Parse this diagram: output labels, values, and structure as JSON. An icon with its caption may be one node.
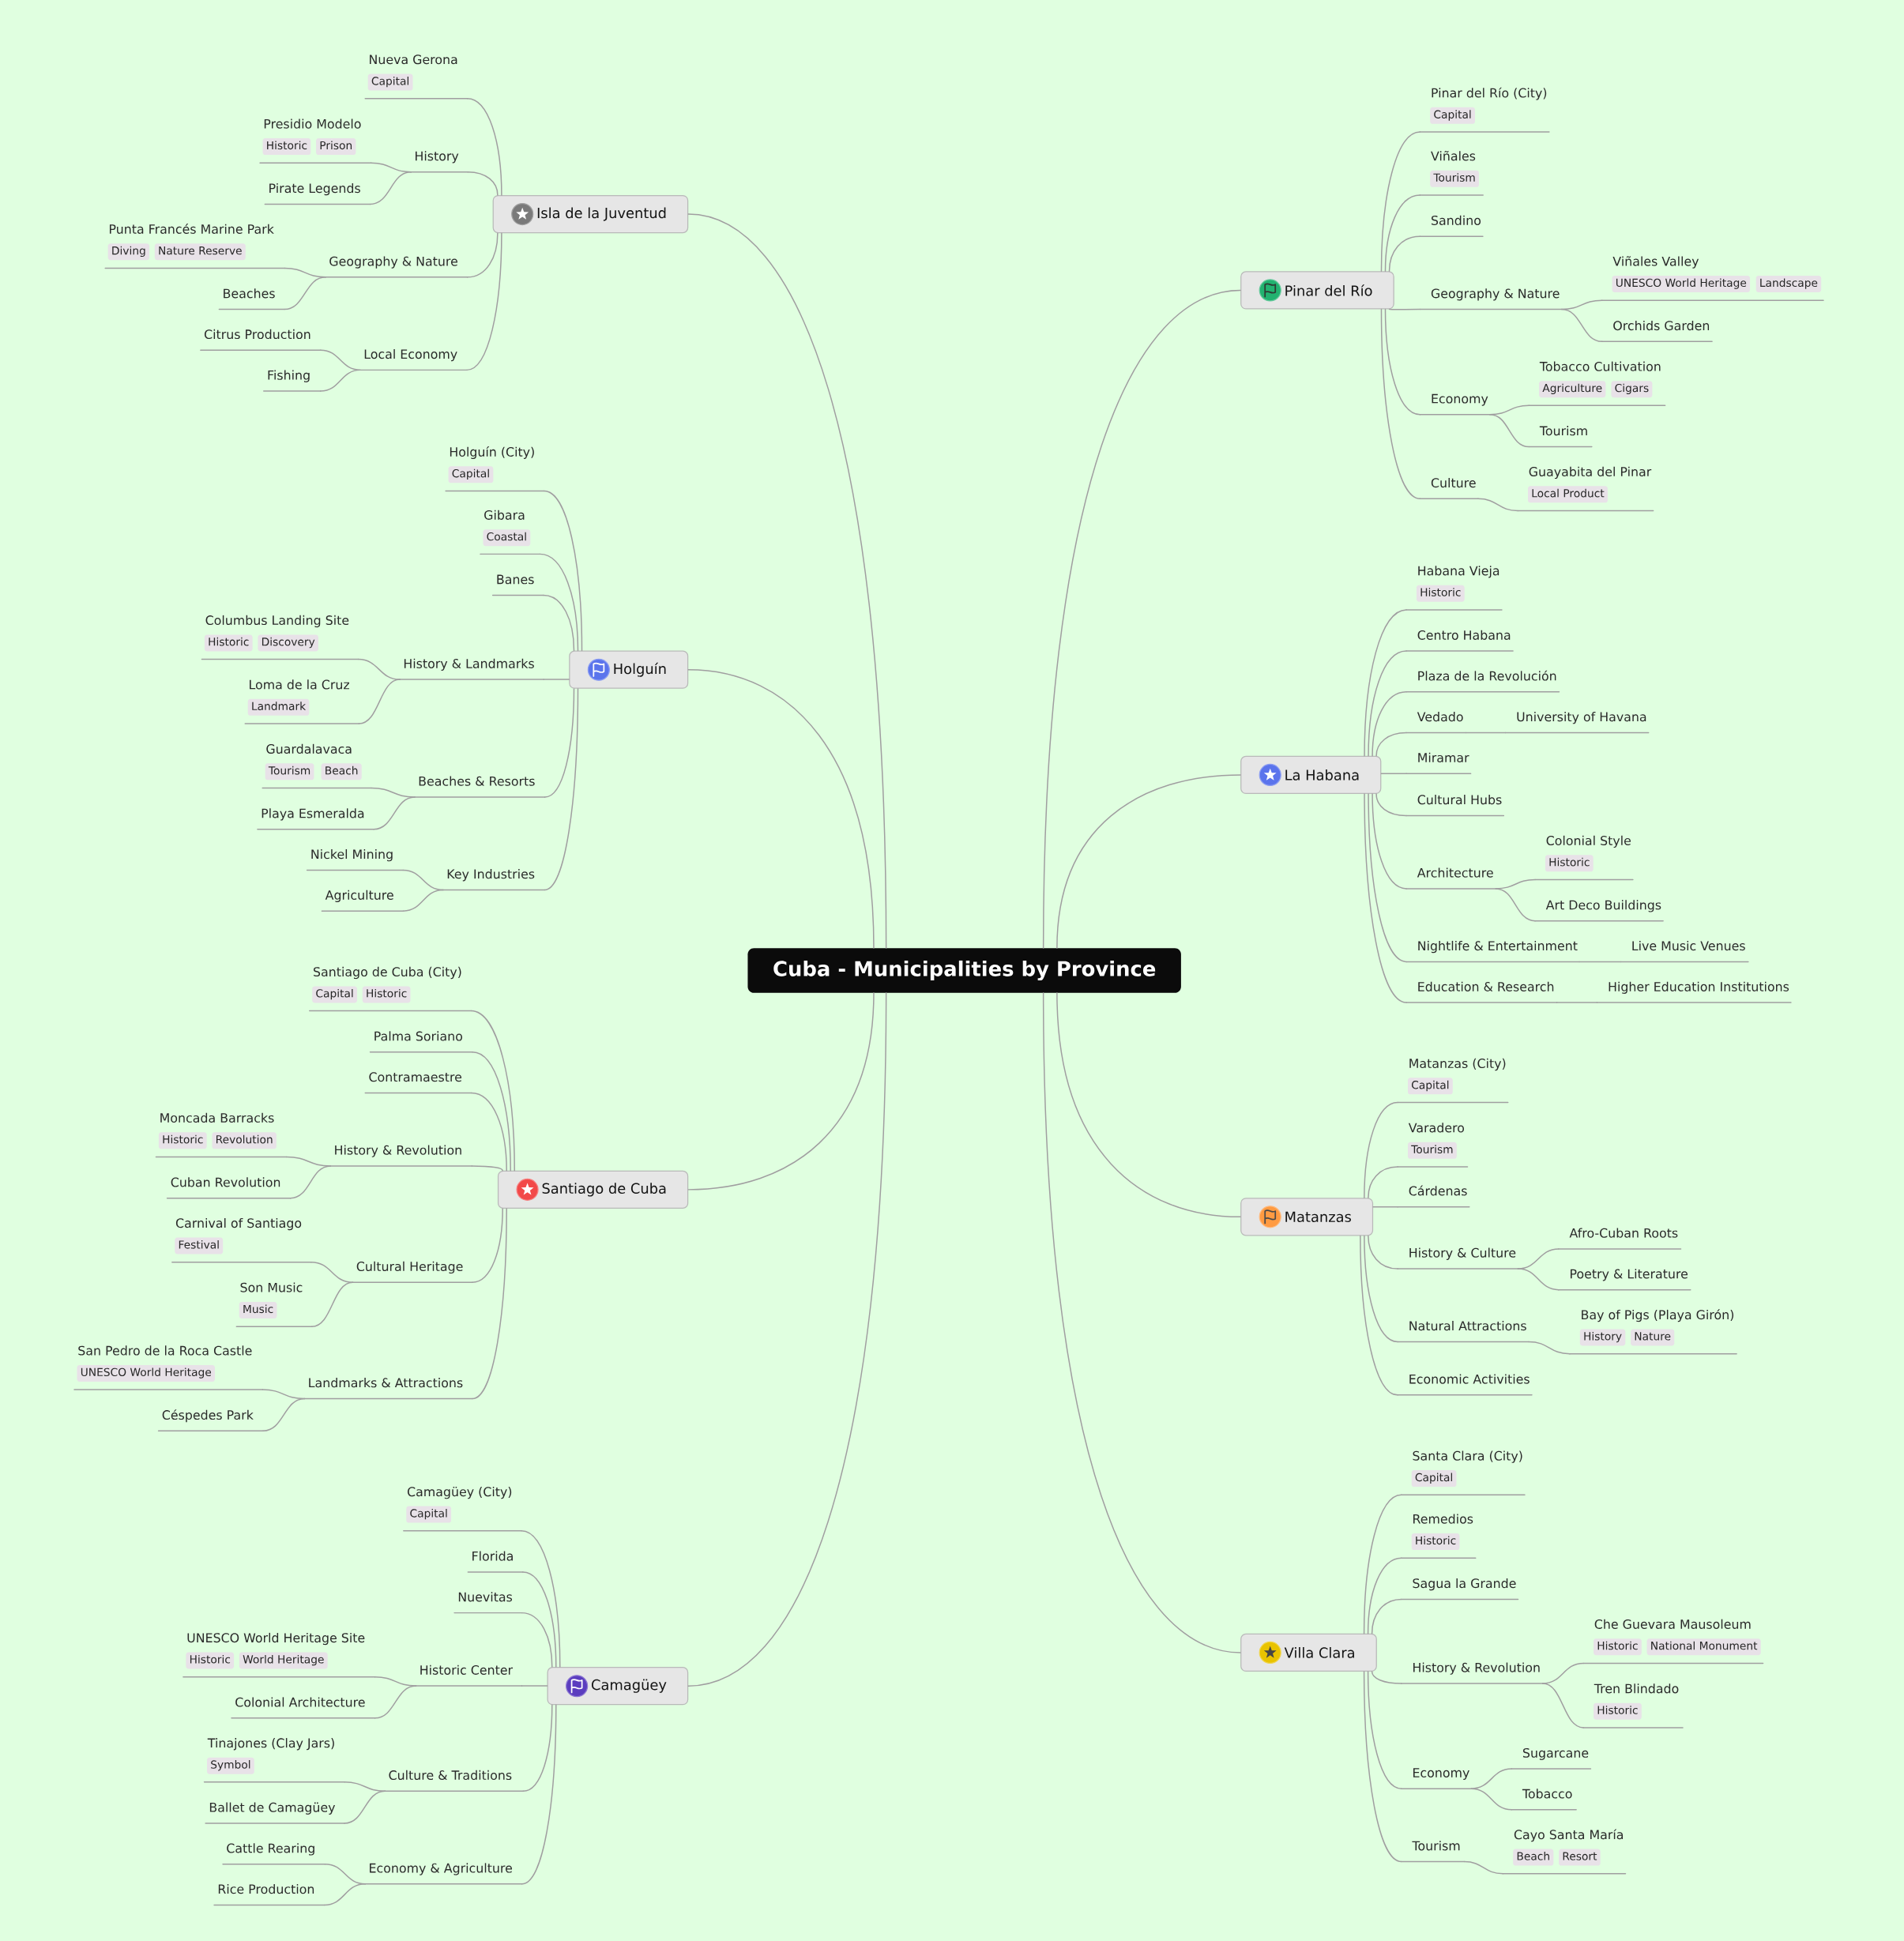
{
  "diagram": {
    "nodes": [
      {
        "text": [
          "Cuba - Municipalities by Province"
        ]
      },
      {
        "text": [
          "Isla de la Juventud"
        ]
      },
      {
        "text": [
          "Nueva Gerona",
          "Capital"
        ]
      },
      {
        "text": [
          "History"
        ]
      },
      {
        "text": [
          "Presidio Modelo",
          "Historic",
          "Prison"
        ]
      },
      {
        "text": [
          "Pirate Legends"
        ]
      },
      {
        "text": [
          "Geography & Nature"
        ]
      },
      {
        "text": [
          "Punta Francés Marine Park",
          "Diving",
          "Nature Reserve"
        ]
      },
      {
        "text": [
          "Beaches"
        ]
      },
      {
        "text": [
          "Local Economy"
        ]
      },
      {
        "text": [
          "Citrus Production"
        ]
      },
      {
        "text": [
          "Fishing"
        ]
      },
      {
        "text": [
          "Holguín"
        ]
      },
      {
        "text": [
          "Holguín (City)",
          "Capital"
        ]
      },
      {
        "text": [
          "Gibara",
          "Coastal"
        ]
      },
      {
        "text": [
          "Banes"
        ]
      },
      {
        "text": [
          "History & Landmarks"
        ]
      },
      {
        "text": [
          "Columbus Landing Site",
          "Historic",
          "Discovery"
        ]
      },
      {
        "text": [
          "Loma de la Cruz",
          "Landmark"
        ]
      },
      {
        "text": [
          "Beaches & Resorts"
        ]
      },
      {
        "text": [
          "Guardalavaca",
          "Tourism",
          "Beach"
        ]
      },
      {
        "text": [
          "Playa Esmeralda"
        ]
      },
      {
        "text": [
          "Key Industries"
        ]
      },
      {
        "text": [
          "Nickel Mining"
        ]
      },
      {
        "text": [
          "Agriculture"
        ]
      },
      {
        "text": [
          "Santiago de Cuba"
        ]
      },
      {
        "text": [
          "Santiago de Cuba (City)",
          "Capital",
          "Historic"
        ]
      },
      {
        "text": [
          "Palma Soriano"
        ]
      },
      {
        "text": [
          "Contramaestre"
        ]
      },
      {
        "text": [
          "History & Revolution"
        ]
      },
      {
        "text": [
          "Moncada Barracks",
          "Historic",
          "Revolution"
        ]
      },
      {
        "text": [
          "Cuban Revolution"
        ]
      },
      {
        "text": [
          "Cultural Heritage"
        ]
      },
      {
        "text": [
          "Carnival of Santiago",
          "Festival"
        ]
      },
      {
        "text": [
          "Son Music",
          "Music"
        ]
      },
      {
        "text": [
          "Landmarks & Attractions"
        ]
      },
      {
        "text": [
          "San Pedro de la Roca Castle",
          "UNESCO World Heritage"
        ]
      },
      {
        "text": [
          "Céspedes Park"
        ]
      },
      {
        "text": [
          "Camagüey"
        ]
      },
      {
        "text": [
          "Camagüey (City)",
          "Capital"
        ]
      },
      {
        "text": [
          "Florida"
        ]
      },
      {
        "text": [
          "Nuevitas"
        ]
      },
      {
        "text": [
          "Historic Center"
        ]
      },
      {
        "text": [
          "UNESCO World Heritage Site",
          "Historic",
          "World Heritage"
        ]
      },
      {
        "text": [
          "Colonial Architecture"
        ]
      },
      {
        "text": [
          "Culture & Traditions"
        ]
      },
      {
        "text": [
          "Tinajones (Clay Jars)",
          "Symbol"
        ]
      },
      {
        "text": [
          "Ballet de Camagüey"
        ]
      },
      {
        "text": [
          "Economy & Agriculture"
        ]
      },
      {
        "text": [
          "Cattle Rearing"
        ]
      },
      {
        "text": [
          "Rice Production"
        ]
      },
      {
        "text": [
          "Pinar del Río"
        ]
      },
      {
        "text": [
          "Pinar del Río (City)",
          "Capital"
        ]
      },
      {
        "text": [
          "Viñales",
          "Tourism"
        ]
      },
      {
        "text": [
          "Sandino"
        ]
      },
      {
        "text": [
          "Geography & Nature"
        ]
      },
      {
        "text": [
          "Viñales Valley",
          "UNESCO World Heritage",
          "Landscape"
        ]
      },
      {
        "text": [
          "Orchids Garden"
        ]
      },
      {
        "text": [
          "Economy"
        ]
      },
      {
        "text": [
          "Tobacco Cultivation",
          "Agriculture",
          "Cigars"
        ]
      },
      {
        "text": [
          "Tourism"
        ]
      },
      {
        "text": [
          "Culture"
        ]
      },
      {
        "text": [
          "Guayabita del Pinar",
          "Local Product"
        ]
      },
      {
        "text": [
          "La Habana"
        ]
      },
      {
        "text": [
          "Habana Vieja",
          "Historic"
        ]
      },
      {
        "text": [
          "Centro Habana"
        ]
      },
      {
        "text": [
          "Plaza de la Revolución"
        ]
      },
      {
        "text": [
          "Vedado"
        ]
      },
      {
        "text": [
          "University of Havana"
        ]
      },
      {
        "text": [
          "Miramar"
        ]
      },
      {
        "text": [
          "Cultural Hubs"
        ]
      },
      {
        "text": [
          "Architecture"
        ]
      },
      {
        "text": [
          "Colonial Style",
          "Historic"
        ]
      },
      {
        "text": [
          "Art Deco Buildings"
        ]
      },
      {
        "text": [
          "Nightlife & Entertainment"
        ]
      },
      {
        "text": [
          "Live Music Venues"
        ]
      },
      {
        "text": [
          "Education & Research"
        ]
      },
      {
        "text": [
          "Higher Education Institutions"
        ]
      },
      {
        "text": [
          "Matanzas"
        ]
      },
      {
        "text": [
          "Matanzas (City)",
          "Capital"
        ]
      },
      {
        "text": [
          "Varadero",
          "Tourism"
        ]
      },
      {
        "text": [
          "Cárdenas"
        ]
      },
      {
        "text": [
          "History & Culture"
        ]
      },
      {
        "text": [
          "Afro-Cuban Roots"
        ]
      },
      {
        "text": [
          "Poetry & Literature"
        ]
      },
      {
        "text": [
          "Natural Attractions"
        ]
      },
      {
        "text": [
          "Bay of Pigs (Playa Girón)",
          "History",
          "Nature"
        ]
      },
      {
        "text": [
          "Economic Activities"
        ]
      },
      {
        "text": [
          "Villa Clara"
        ]
      },
      {
        "text": [
          "Santa Clara (City)",
          "Capital"
        ]
      },
      {
        "text": [
          "Remedios",
          "Historic"
        ]
      },
      {
        "text": [
          "Sagua la Grande"
        ]
      },
      {
        "text": [
          "History & Revolution"
        ]
      },
      {
        "text": [
          "Che Guevara Mausoleum",
          "Historic",
          "National Monument"
        ]
      },
      {
        "text": [
          "Tren Blindado",
          "Historic"
        ]
      },
      {
        "text": [
          "Economy"
        ]
      },
      {
        "text": [
          "Sugarcane"
        ]
      },
      {
        "text": [
          "Tobacco"
        ]
      },
      {
        "text": [
          "Tourism"
        ]
      },
      {
        "text": [
          "Cayo Santa María",
          "Beach",
          "Resort"
        ]
      }
    ],
    "edges": [
      {
        "from": 0,
        "to": 1,
        "arrow": "none"
      },
      {
        "from": 1,
        "to": 2,
        "arrow": "none"
      },
      {
        "from": 1,
        "to": 3,
        "arrow": "none"
      },
      {
        "from": 3,
        "to": 4,
        "arrow": "none"
      },
      {
        "from": 3,
        "to": 5,
        "arrow": "none"
      },
      {
        "from": 1,
        "to": 6,
        "arrow": "none"
      },
      {
        "from": 6,
        "to": 7,
        "arrow": "none"
      },
      {
        "from": 6,
        "to": 8,
        "arrow": "none"
      },
      {
        "from": 1,
        "to": 9,
        "arrow": "none"
      },
      {
        "from": 9,
        "to": 10,
        "arrow": "none"
      },
      {
        "from": 9,
        "to": 11,
        "arrow": "none"
      },
      {
        "from": 0,
        "to": 12,
        "arrow": "none"
      },
      {
        "from": 12,
        "to": 13,
        "arrow": "none"
      },
      {
        "from": 12,
        "to": 14,
        "arrow": "none"
      },
      {
        "from": 12,
        "to": 15,
        "arrow": "none"
      },
      {
        "from": 12,
        "to": 16,
        "arrow": "none"
      },
      {
        "from": 16,
        "to": 17,
        "arrow": "none"
      },
      {
        "from": 16,
        "to": 18,
        "arrow": "none"
      },
      {
        "from": 12,
        "to": 19,
        "arrow": "none"
      },
      {
        "from": 19,
        "to": 20,
        "arrow": "none"
      },
      {
        "from": 19,
        "to": 21,
        "arrow": "none"
      },
      {
        "from": 12,
        "to": 22,
        "arrow": "none"
      },
      {
        "from": 22,
        "to": 23,
        "arrow": "none"
      },
      {
        "from": 22,
        "to": 24,
        "arrow": "none"
      },
      {
        "from": 0,
        "to": 25,
        "arrow": "none"
      },
      {
        "from": 25,
        "to": 26,
        "arrow": "none"
      },
      {
        "from": 25,
        "to": 27,
        "arrow": "none"
      },
      {
        "from": 25,
        "to": 28,
        "arrow": "none"
      },
      {
        "from": 25,
        "to": 29,
        "arrow": "none"
      },
      {
        "from": 29,
        "to": 30,
        "arrow": "none"
      },
      {
        "from": 29,
        "to": 31,
        "arrow": "none"
      },
      {
        "from": 25,
        "to": 32,
        "arrow": "none"
      },
      {
        "from": 32,
        "to": 33,
        "arrow": "none"
      },
      {
        "from": 32,
        "to": 34,
        "arrow": "none"
      },
      {
        "from": 25,
        "to": 35,
        "arrow": "none"
      },
      {
        "from": 35,
        "to": 36,
        "arrow": "none"
      },
      {
        "from": 35,
        "to": 37,
        "arrow": "none"
      },
      {
        "from": 0,
        "to": 38,
        "arrow": "none"
      },
      {
        "from": 38,
        "to": 39,
        "arrow": "none"
      },
      {
        "from": 38,
        "to": 40,
        "arrow": "none"
      },
      {
        "from": 38,
        "to": 41,
        "arrow": "none"
      },
      {
        "from": 38,
        "to": 42,
        "arrow": "none"
      },
      {
        "from": 42,
        "to": 43,
        "arrow": "none"
      },
      {
        "from": 42,
        "to": 44,
        "arrow": "none"
      },
      {
        "from": 38,
        "to": 45,
        "arrow": "none"
      },
      {
        "from": 45,
        "to": 46,
        "arrow": "none"
      },
      {
        "from": 45,
        "to": 47,
        "arrow": "none"
      },
      {
        "from": 38,
        "to": 48,
        "arrow": "none"
      },
      {
        "from": 48,
        "to": 49,
        "arrow": "none"
      },
      {
        "from": 48,
        "to": 50,
        "arrow": "none"
      },
      {
        "from": 0,
        "to": 51,
        "arrow": "none"
      },
      {
        "from": 51,
        "to": 52,
        "arrow": "none"
      },
      {
        "from": 51,
        "to": 53,
        "arrow": "none"
      },
      {
        "from": 51,
        "to": 54,
        "arrow": "none"
      },
      {
        "from": 51,
        "to": 55,
        "arrow": "none"
      },
      {
        "from": 55,
        "to": 56,
        "arrow": "none"
      },
      {
        "from": 55,
        "to": 57,
        "arrow": "none"
      },
      {
        "from": 51,
        "to": 58,
        "arrow": "none"
      },
      {
        "from": 58,
        "to": 59,
        "arrow": "none"
      },
      {
        "from": 58,
        "to": 60,
        "arrow": "none"
      },
      {
        "from": 51,
        "to": 61,
        "arrow": "none"
      },
      {
        "from": 61,
        "to": 62,
        "arrow": "none"
      },
      {
        "from": 0,
        "to": 63,
        "arrow": "none"
      },
      {
        "from": 63,
        "to": 64,
        "arrow": "none"
      },
      {
        "from": 63,
        "to": 65,
        "arrow": "none"
      },
      {
        "from": 63,
        "to": 66,
        "arrow": "none"
      },
      {
        "from": 63,
        "to": 67,
        "arrow": "none"
      },
      {
        "from": 67,
        "to": 68,
        "arrow": "none"
      },
      {
        "from": 63,
        "to": 69,
        "arrow": "none"
      },
      {
        "from": 63,
        "to": 70,
        "arrow": "none"
      },
      {
        "from": 63,
        "to": 71,
        "arrow": "none"
      },
      {
        "from": 71,
        "to": 72,
        "arrow": "none"
      },
      {
        "from": 71,
        "to": 73,
        "arrow": "none"
      },
      {
        "from": 63,
        "to": 74,
        "arrow": "none"
      },
      {
        "from": 74,
        "to": 75,
        "arrow": "none"
      },
      {
        "from": 63,
        "to": 76,
        "arrow": "none"
      },
      {
        "from": 76,
        "to": 77,
        "arrow": "none"
      },
      {
        "from": 0,
        "to": 78,
        "arrow": "none"
      },
      {
        "from": 78,
        "to": 79,
        "arrow": "none"
      },
      {
        "from": 78,
        "to": 80,
        "arrow": "none"
      },
      {
        "from": 78,
        "to": 81,
        "arrow": "none"
      },
      {
        "from": 78,
        "to": 82,
        "arrow": "none"
      },
      {
        "from": 82,
        "to": 83,
        "arrow": "none"
      },
      {
        "from": 82,
        "to": 84,
        "arrow": "none"
      },
      {
        "from": 78,
        "to": 85,
        "arrow": "none"
      },
      {
        "from": 85,
        "to": 86,
        "arrow": "none"
      },
      {
        "from": 78,
        "to": 87,
        "arrow": "none"
      },
      {
        "from": 0,
        "to": 88,
        "arrow": "none"
      },
      {
        "from": 88,
        "to": 89,
        "arrow": "none"
      },
      {
        "from": 88,
        "to": 90,
        "arrow": "none"
      },
      {
        "from": 88,
        "to": 91,
        "arrow": "none"
      },
      {
        "from": 88,
        "to": 92,
        "arrow": "none"
      },
      {
        "from": 92,
        "to": 93,
        "arrow": "none"
      },
      {
        "from": 92,
        "to": 94,
        "arrow": "none"
      },
      {
        "from": 88,
        "to": 95,
        "arrow": "none"
      },
      {
        "from": 95,
        "to": 96,
        "arrow": "none"
      },
      {
        "from": 95,
        "to": 97,
        "arrow": "none"
      },
      {
        "from": 88,
        "to": 98,
        "arrow": "none"
      },
      {
        "from": 98,
        "to": 99,
        "arrow": "none"
      }
    ]
  }
}
